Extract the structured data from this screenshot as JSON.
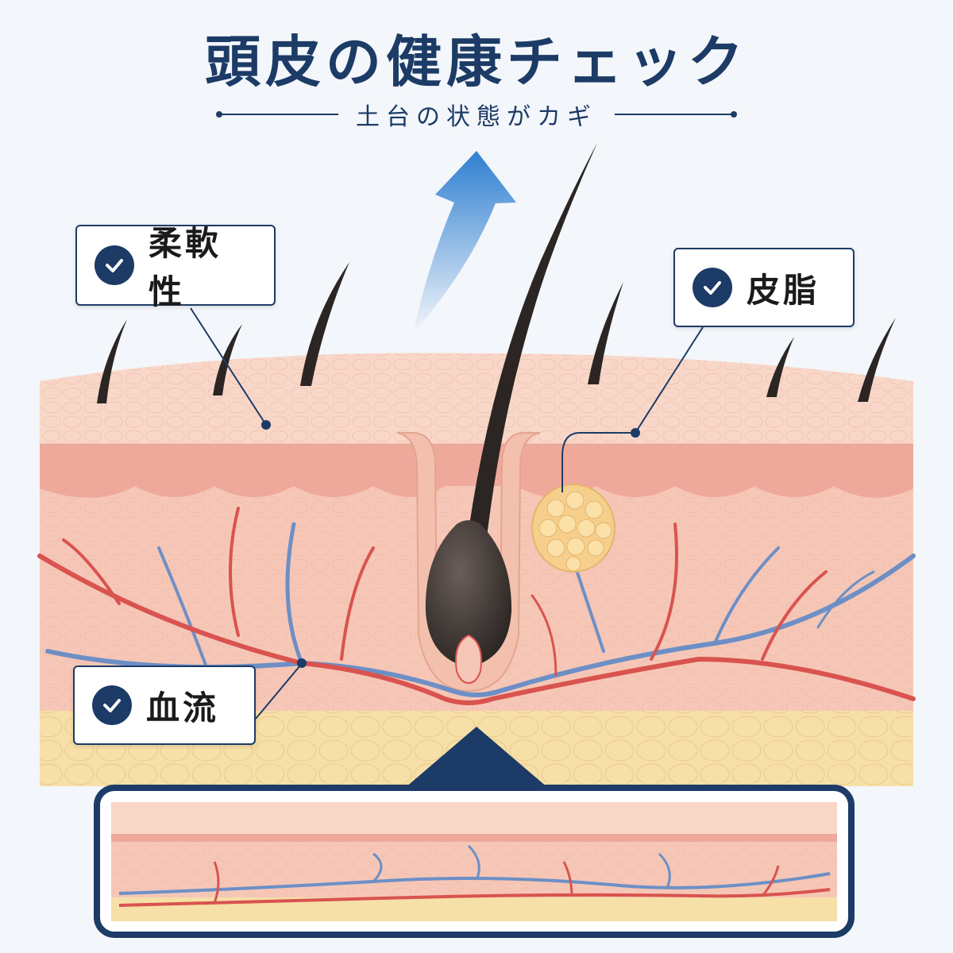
{
  "header": {
    "title": "頭皮の健康チェック",
    "subtitle": "土台の状態がカギ"
  },
  "callouts": [
    {
      "label": "柔軟性",
      "icon": "check-circle-icon"
    },
    {
      "label": "皮脂",
      "icon": "check-circle-icon"
    },
    {
      "label": "血流",
      "icon": "check-circle-icon"
    }
  ],
  "colors": {
    "navy": "#1c3b66",
    "skin_surface": "#f9d7c8",
    "dermis": "#f6c7b7",
    "fat_layer": "#f7dfa8",
    "artery": "#d9534f",
    "vein": "#6d8fc6",
    "hair": "#2b2523",
    "arrow_blue": "#2f7fd1"
  }
}
